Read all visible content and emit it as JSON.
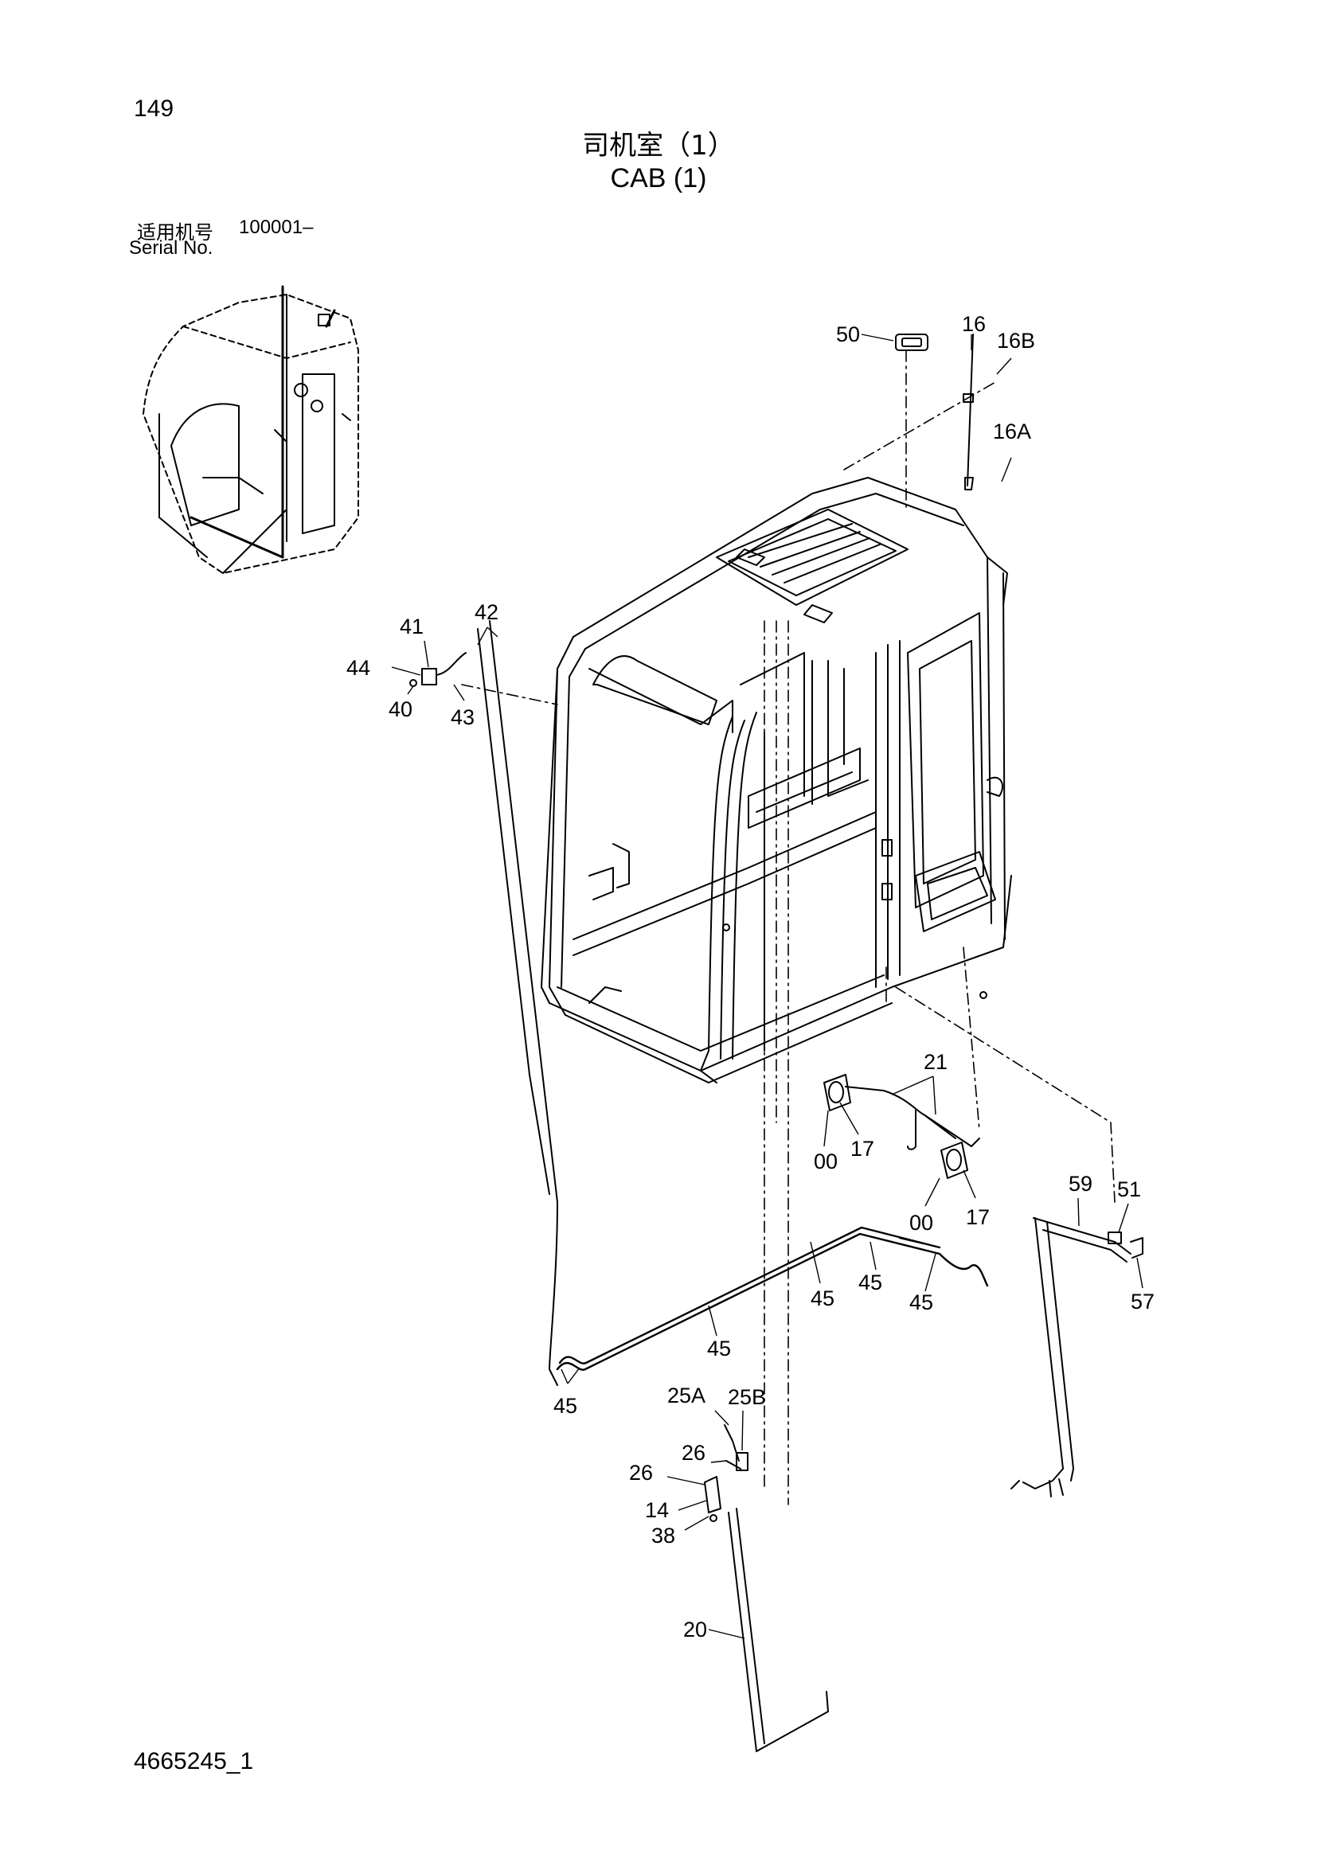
{
  "page_number": "149",
  "title_cn": "司机室（1）",
  "title_en": "CAB (1)",
  "serial": {
    "label_cn": "适用机号",
    "value": "100001–",
    "label_en": "Serial No."
  },
  "doc_id": "4665245_1",
  "callouts": {
    "c50": "50",
    "c16": "16",
    "c16B": "16B",
    "c16A": "16A",
    "c41": "41",
    "c42": "42",
    "c44": "44",
    "c40": "40",
    "c43": "43",
    "c21": "21",
    "c00a": "00",
    "c17a": "17",
    "c00b": "00",
    "c17b": "17",
    "c59": "59",
    "c51": "51",
    "c57": "57",
    "c45a": "45",
    "c45b": "45",
    "c45c": "45",
    "c45d": "45",
    "c45e": "45",
    "c25A": "25A",
    "c25B": "25B",
    "c26a": "26",
    "c26b": "26",
    "c14": "14",
    "c38": "38",
    "c20": "20"
  }
}
